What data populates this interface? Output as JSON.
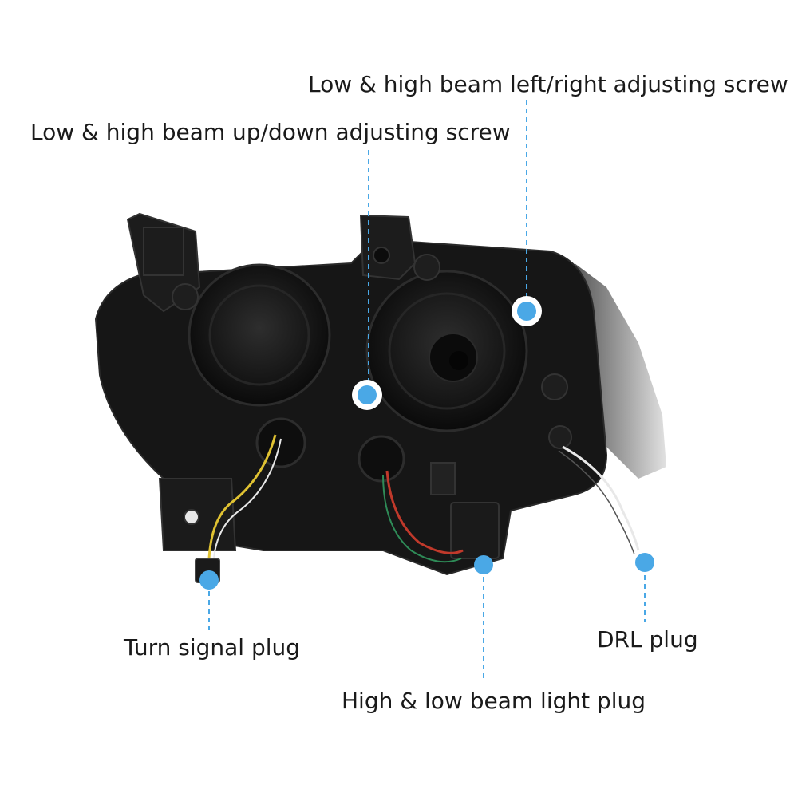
{
  "diagram": {
    "callouts": [
      {
        "id": "lr_screw",
        "text": "Low & high beam left/right adjusting screw"
      },
      {
        "id": "ud_screw",
        "text": "Low & high beam up/down adjusting screw"
      },
      {
        "id": "turn_plug",
        "text": "Turn signal plug"
      },
      {
        "id": "drl_plug",
        "text": "DRL plug"
      },
      {
        "id": "beam_plug",
        "text": "High & low beam light plug"
      }
    ],
    "colors": {
      "marker": "#4aa8e6",
      "marker_ring": "#ffffff",
      "leader_line": "#4aa8e6",
      "housing": "#161616",
      "housing_edge": "#2a2a2a",
      "label_text": "#1a1a1a",
      "wire_yellow": "#e0c232",
      "wire_red": "#c0392b",
      "wire_green": "#2e8b57",
      "wire_white": "#e8e8e8"
    }
  }
}
